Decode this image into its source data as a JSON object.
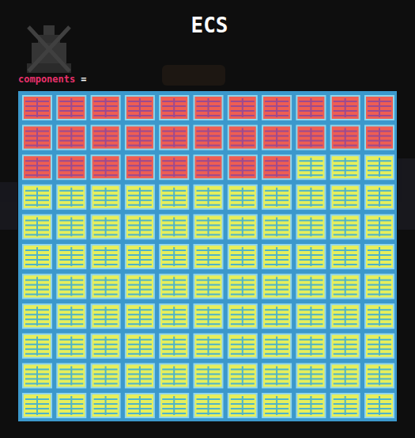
{
  "diagram": {
    "title": "ECS",
    "labels": [
      "components",
      "="
    ]
  }
}
